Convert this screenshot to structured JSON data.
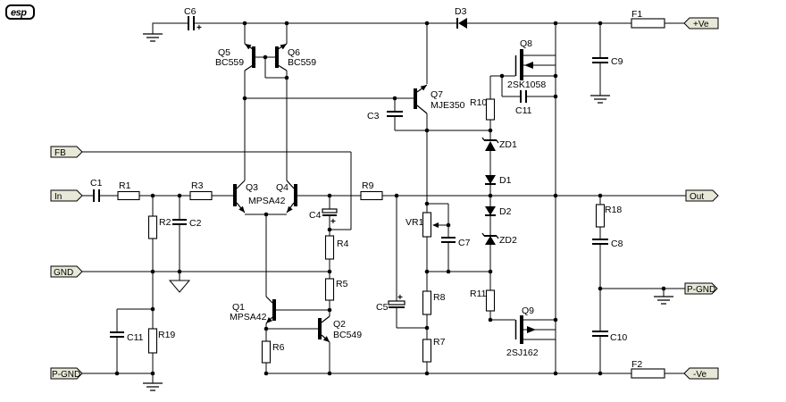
{
  "schematic": {
    "logo": "esp",
    "colors": {
      "tag_fill": "#e8e8d8",
      "line": "#000000",
      "background": "#ffffff"
    },
    "tags": {
      "fb": "FB",
      "input": "In",
      "gnd": "GND",
      "pgnd_left": "P-GND",
      "pgnd_right": "P-GND",
      "out": "Out",
      "vpos": "+Ve",
      "vneg": "-Ve"
    },
    "labels": {
      "c1": "C1",
      "c2": "C2",
      "c3": "C3",
      "c4": "C4",
      "c5": "C5",
      "c6": "C6",
      "c7": "C7",
      "c8": "C8",
      "c9": "C9",
      "c10": "C10",
      "c11_top": "C11",
      "c11_bottom": "C11",
      "r1": "R1",
      "r2": "R2",
      "r3": "R3",
      "r4": "R4",
      "r5": "R5",
      "r6": "R6",
      "r7": "R7",
      "r8": "R8",
      "r9": "R9",
      "r10": "R10",
      "r11": "R11",
      "r18": "R18",
      "r19": "R19",
      "vr1": "VR1",
      "q1": "Q1",
      "q1_part": "MPSA42",
      "q2": "Q2",
      "q2_part": "BC549",
      "q3": "Q3",
      "q4": "Q4",
      "q34_part": "MPSA42",
      "q5": "Q5",
      "q5_part": "BC559",
      "q6": "Q6",
      "q6_part": "BC559",
      "q7": "Q7",
      "q7_part": "MJE350",
      "q8": "Q8",
      "q8_part": "2SK1058",
      "q9": "Q9",
      "q9_part": "2SJ162",
      "d1": "D1",
      "d2": "D2",
      "d3": "D3",
      "zd1": "ZD1",
      "zd2": "ZD2",
      "f1": "F1",
      "f2": "F2",
      "plus": "+"
    }
  }
}
